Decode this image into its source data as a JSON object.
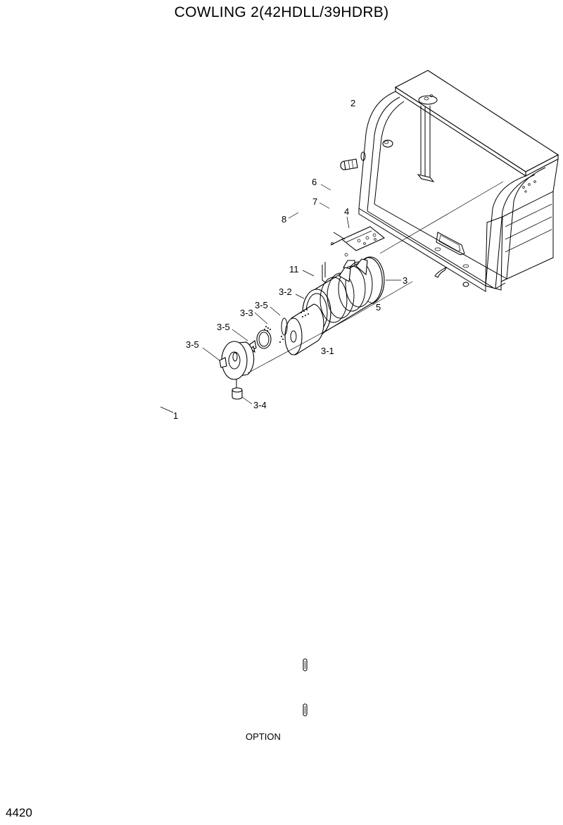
{
  "page": {
    "title": "COWLING 2(42HDLL/39HDRB)",
    "page_number": "4420"
  },
  "callouts": {
    "c1": "1",
    "c2": "2",
    "c3": "3",
    "c3_1": "3-1",
    "c3_2": "3-2",
    "c3_3": "3-3",
    "c3_4": "3-4",
    "c3_5a": "3-5",
    "c3_5b": "3-5",
    "c3_5c": "3-5",
    "c4": "4",
    "c5": "5",
    "c6": "6",
    "c7": "7",
    "c8": "8",
    "c11": "11"
  },
  "option_label": "OPTION"
}
